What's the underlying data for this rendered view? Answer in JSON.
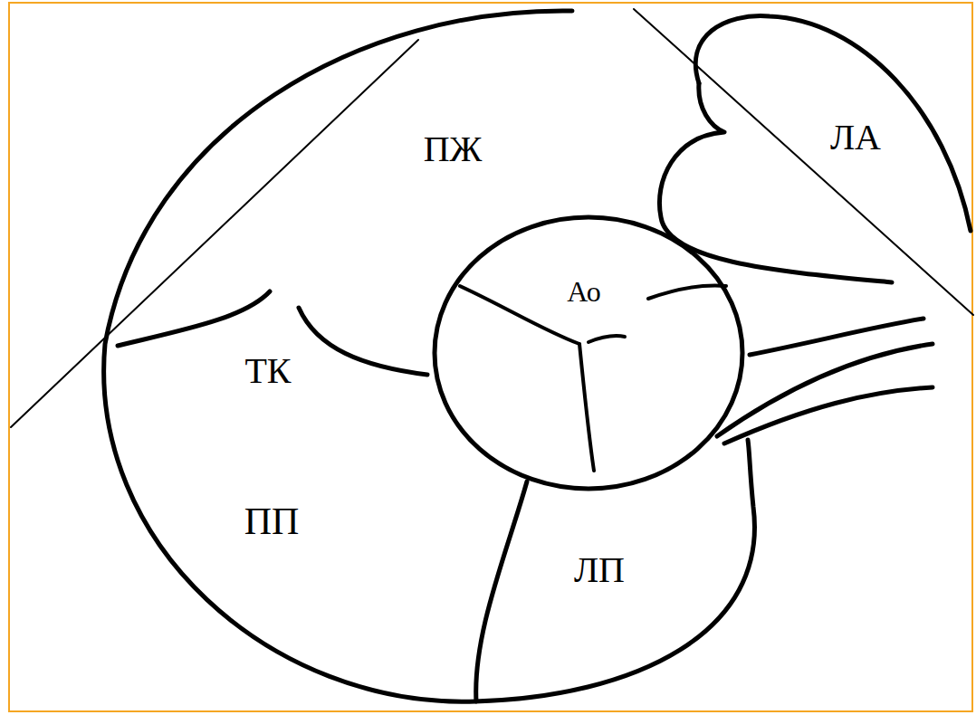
{
  "diagram": {
    "labels": [
      "ПЖ",
      "ЛА",
      "Ао",
      "ТК",
      "ПП",
      "ЛП"
    ]
  }
}
